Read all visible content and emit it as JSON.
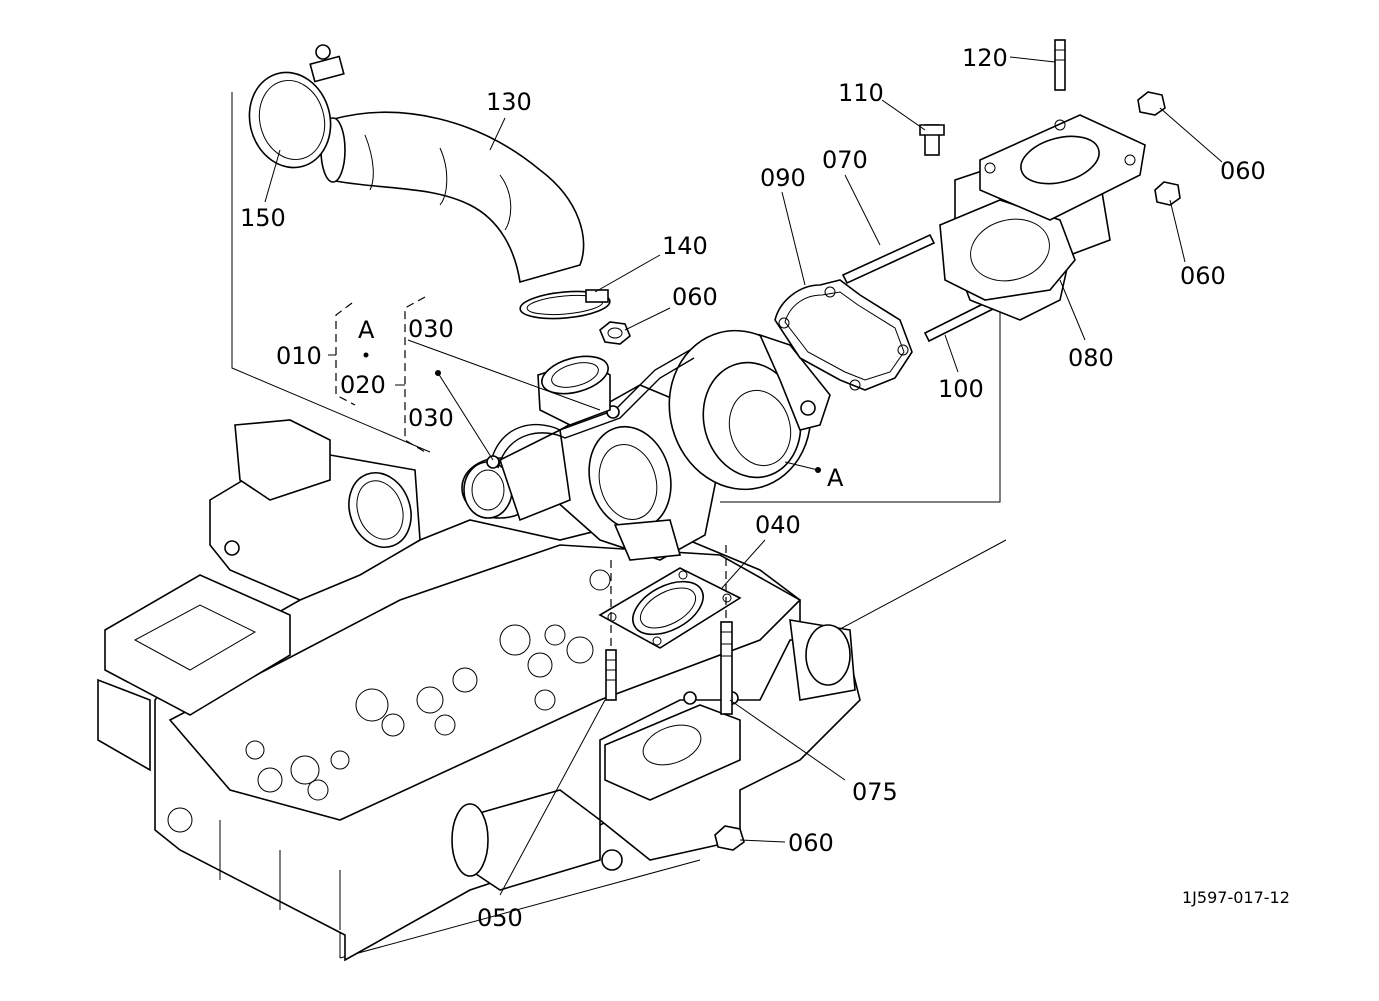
{
  "diagram": {
    "drawing_number": "1J597-017-12",
    "callouts": {
      "c010": "010",
      "c020": "020",
      "c030_top": "030",
      "c030_bottom": "030",
      "c040": "040",
      "c050": "050",
      "c060_top": "060",
      "c060_right1": "060",
      "c060_right2": "060",
      "c060_bottom": "060",
      "c070": "070",
      "c075": "075",
      "c080": "080",
      "c090": "090",
      "c100": "100",
      "c110": "110",
      "c120": "120",
      "c130": "130",
      "c140": "140",
      "c150": "150",
      "ref_a_group": "A",
      "ref_a_turbo": "A"
    }
  }
}
